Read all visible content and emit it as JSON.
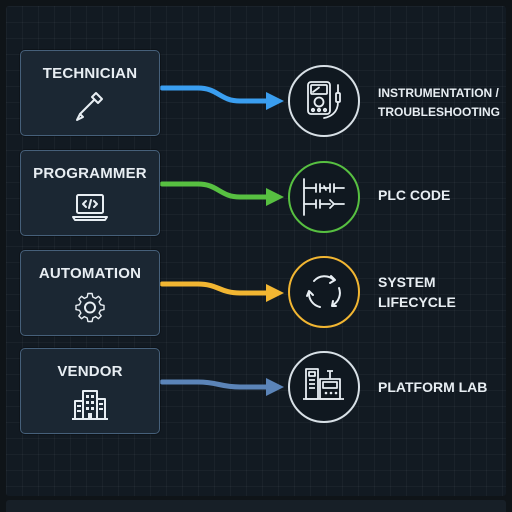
{
  "roles": [
    {
      "label": "TECHNICIAN",
      "icon": "screwdriver-icon"
    },
    {
      "label": "PROGRAMMER",
      "icon": "laptop-code-icon"
    },
    {
      "label": "AUTOMATION",
      "icon": "gear-icon"
    },
    {
      "label": "VENDOR",
      "icon": "building-icon"
    }
  ],
  "outcomes": [
    {
      "line1": "INSTRUMENTATION /",
      "line2": "TROUBLESHOOTING",
      "icon": "multimeter-icon",
      "ring_color": "#d8e0e6"
    },
    {
      "line1": "PLC CODE",
      "line2": "",
      "icon": "ladder-logic-icon",
      "ring_color": "#57c041"
    },
    {
      "line1": "SYSTEM",
      "line2": "LIFECYCLE",
      "icon": "cycle-arrows-icon",
      "ring_color": "#f2b632"
    },
    {
      "line1": "PLATFORM LAB",
      "line2": "",
      "icon": "lab-equipment-icon",
      "ring_color": "#d8e0e6"
    }
  ],
  "arrow_colors": [
    "#3a9ef0",
    "#57c041",
    "#f2b632",
    "#5b84b8"
  ]
}
